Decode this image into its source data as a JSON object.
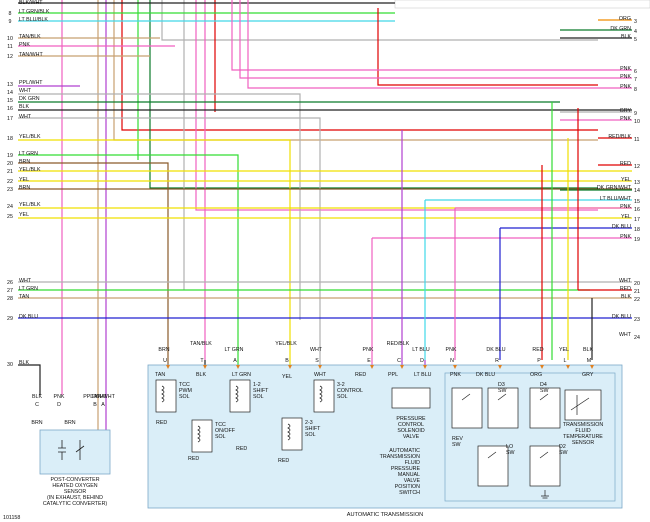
{
  "left_labels": [
    {
      "num": "",
      "text": "BLK/WHT"
    },
    {
      "num": "8",
      "text": "LT GRN/BLK"
    },
    {
      "num": "9",
      "text": "LT BLU/BLK"
    },
    {
      "num": "10",
      "text": "TAN/BLK"
    },
    {
      "num": "11",
      "text": "PNK"
    },
    {
      "num": "12",
      "text": "TAN/WHT"
    },
    {
      "num": "13",
      "text": "PPL/WHT"
    },
    {
      "num": "14",
      "text": "WHT"
    },
    {
      "num": "15",
      "text": "DK GRN"
    },
    {
      "num": "16",
      "text": "BLK"
    },
    {
      "num": "17",
      "text": "WHT"
    },
    {
      "num": "18",
      "text": "YEL/BLK"
    },
    {
      "num": "19",
      "text": "LT GRN"
    },
    {
      "num": "20",
      "text": "BRN"
    },
    {
      "num": "21",
      "text": "YEL/BLK"
    },
    {
      "num": "22",
      "text": "YEL"
    },
    {
      "num": "23",
      "text": "BRN"
    },
    {
      "num": "24",
      "text": "YEL/BLK"
    },
    {
      "num": "25",
      "text": "YEL"
    },
    {
      "num": "26",
      "text": "WHT"
    },
    {
      "num": "27",
      "text": "LT GRN"
    },
    {
      "num": "28",
      "text": "TAN"
    },
    {
      "num": "29",
      "text": "DK BLU"
    },
    {
      "num": "30",
      "text": "BLK"
    }
  ],
  "right_labels": [
    {
      "num": "3",
      "text": "ORG"
    },
    {
      "num": "4",
      "text": "DK GRN"
    },
    {
      "num": "5",
      "text": "BLK"
    },
    {
      "num": "6",
      "text": "PNK"
    },
    {
      "num": "7",
      "text": "PNK"
    },
    {
      "num": "8",
      "text": "PNK"
    },
    {
      "num": "9",
      "text": "GRY"
    },
    {
      "num": "10",
      "text": "PNK"
    },
    {
      "num": "11",
      "text": "RED/BLK"
    },
    {
      "num": "12",
      "text": "RED"
    },
    {
      "num": "13",
      "text": "YEL"
    },
    {
      "num": "14",
      "text": "DK GRN/WHT"
    },
    {
      "num": "15",
      "text": "LT BLU/WHT"
    },
    {
      "num": "16",
      "text": "PNK"
    },
    {
      "num": "17",
      "text": "YEL"
    },
    {
      "num": "18",
      "text": "DK BLU"
    },
    {
      "num": "19",
      "text": "PNK"
    },
    {
      "num": "20",
      "text": "WHT"
    },
    {
      "num": "21",
      "text": "RED"
    },
    {
      "num": "22",
      "text": "BLK"
    },
    {
      "num": "23",
      "text": "DK BLU"
    },
    {
      "num": "24",
      "text": "WHT"
    }
  ],
  "trans_pins": [
    {
      "color": "BRN",
      "pin": "U"
    },
    {
      "color": "TAN/BLK",
      "pin": "T"
    },
    {
      "color": "LT GRN",
      "pin": "A"
    },
    {
      "color": "YEL/BLK",
      "pin": "B"
    },
    {
      "color": "WHT",
      "pin": "S"
    },
    {
      "color": "PNK",
      "pin": "E"
    },
    {
      "color": "RED/BLK",
      "pin": "C"
    },
    {
      "color": "LT BLU",
      "pin": "D"
    },
    {
      "color": "PNK",
      "pin": "N"
    },
    {
      "color": "DK BLU",
      "pin": "R"
    },
    {
      "color": "RED",
      "pin": "P"
    },
    {
      "color": "YEL",
      "pin": "L"
    },
    {
      "color": "BLK",
      "pin": "M"
    }
  ],
  "sensor_pins": [
    {
      "color": "BLK",
      "pin": "C"
    },
    {
      "color": "PNK",
      "pin": "D"
    },
    {
      "color": "PPL/WHT",
      "pin": "B"
    },
    {
      "color": "TAN/WHT",
      "pin": "A"
    }
  ],
  "inner_wire_labels": {
    "tan": "TAN",
    "blk": "BLK",
    "lt_grn": "LT GRN",
    "yel": "YEL",
    "wht": "WHT",
    "red": "RED",
    "ppl": "PPL",
    "lt_blu": "LT BLU",
    "pnk": "PNK",
    "dk_blu": "DK BLU",
    "org": "ORG",
    "gry": "GRY",
    "brn": "BRN",
    "red_a": "RED",
    "red_b": "RED",
    "red_c": "RED",
    "red_d": "RED"
  },
  "components": {
    "tcc_pwm": [
      "TCC",
      "PWM",
      "SOL"
    ],
    "tcc_onoff": [
      "TCC",
      "ON/OFF",
      "SOL"
    ],
    "shift_12": [
      "1-2",
      "SHIFT",
      "SOL"
    ],
    "shift_23": [
      "2-3",
      "SHIFT",
      "SOL"
    ],
    "control_32": [
      "3-2",
      "CONTROL",
      "SOL"
    ],
    "pcs": [
      "PRESSURE",
      "CONTROL",
      "SOLENOID",
      "VALVE"
    ],
    "pressure_switch": [
      "AUTOMATIC",
      "TRANSMISSION",
      "FLUID",
      "PRESSURE",
      "MANUAL",
      "VALVE",
      "POSITION",
      "SWITCH"
    ],
    "d3": [
      "D3",
      "SW"
    ],
    "d4": [
      "D4",
      "SW"
    ],
    "rev": [
      "REV",
      "SW"
    ],
    "lo": [
      "LO",
      "SW"
    ],
    "d2": [
      "D2",
      "SW"
    ],
    "temp": [
      "TRANSMISSION",
      "FLUID",
      "TEMPERATURE",
      "SENSOR"
    ]
  },
  "trans_title": "AUTOMATIC TRANSMISSION",
  "sensor_title": [
    "POST-CONVERTER",
    "HEATED OXYGEN",
    "SENSOR",
    "(IN EXHAUST, BEHIND",
    "CATALYTIC CONVERTER)"
  ],
  "figure_id": "101158",
  "colors": {
    "green": "#33dd33",
    "lt_blue": "#40d8e8",
    "dk_blue": "#2020d0",
    "yellow": "#f0e000",
    "red": "#e00000",
    "pink": "#f060c0",
    "purple": "#b040d0",
    "brown": "#8a5a2a",
    "tan": "#c8a070",
    "gray": "#b0b0b0",
    "black": "#222222",
    "orange": "#f08c00",
    "dk_green": "#0a7a2a",
    "box_fill": "#daeef8",
    "box_stroke": "#7aa8c8"
  }
}
